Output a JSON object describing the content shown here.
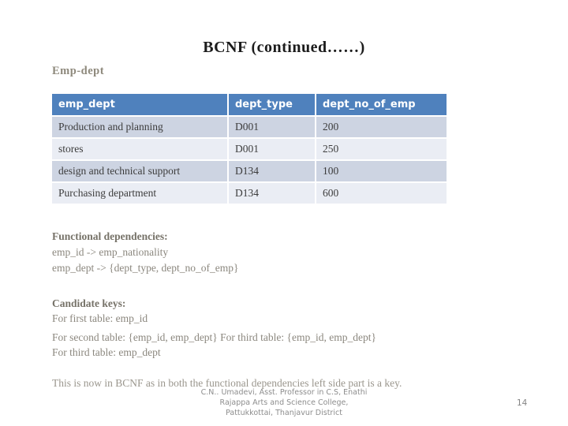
{
  "slide": {
    "title": "BCNF (continued……)",
    "subtitle": "Emp-dept",
    "page_number": "14"
  },
  "table": {
    "headers": [
      "emp_dept",
      "dept_type",
      "dept_no_of_emp"
    ],
    "rows": [
      [
        "Production and planning",
        "D001",
        "200"
      ],
      [
        "stores",
        "D001",
        "250"
      ],
      [
        "design and technical support",
        "D134",
        "100"
      ],
      [
        "Purchasing department",
        "D134",
        "600"
      ]
    ]
  },
  "functional_dependencies": {
    "heading": "Functional dependencies:",
    "lines": [
      "emp_id -> emp_nationality",
      "emp_dept -> {dept_type, dept_no_of_emp}"
    ]
  },
  "candidate_keys": {
    "heading": "Candidate keys:",
    "lines": [
      "For first table: emp_id",
      "For second table: {emp_id, emp_dept} For third table: {emp_id, emp_dept}",
      "For third table: emp_dept"
    ]
  },
  "conclusion": "This is now in BCNF as in both the functional dependencies left side part is a key.",
  "footer": {
    "lines": [
      "C.N.. Umadevi, Asst. Professor in C.S, Enathi",
      "Rajappa Arts and Science College,",
      "Pattukkottai, Thanjavur District"
    ]
  },
  "colors": {
    "header_bg": "#4f81bd",
    "band_dark": "#cdd4e2",
    "band_light": "#eaedf4",
    "title_text": "#1b1b1b",
    "body_text": "#8b877e"
  }
}
